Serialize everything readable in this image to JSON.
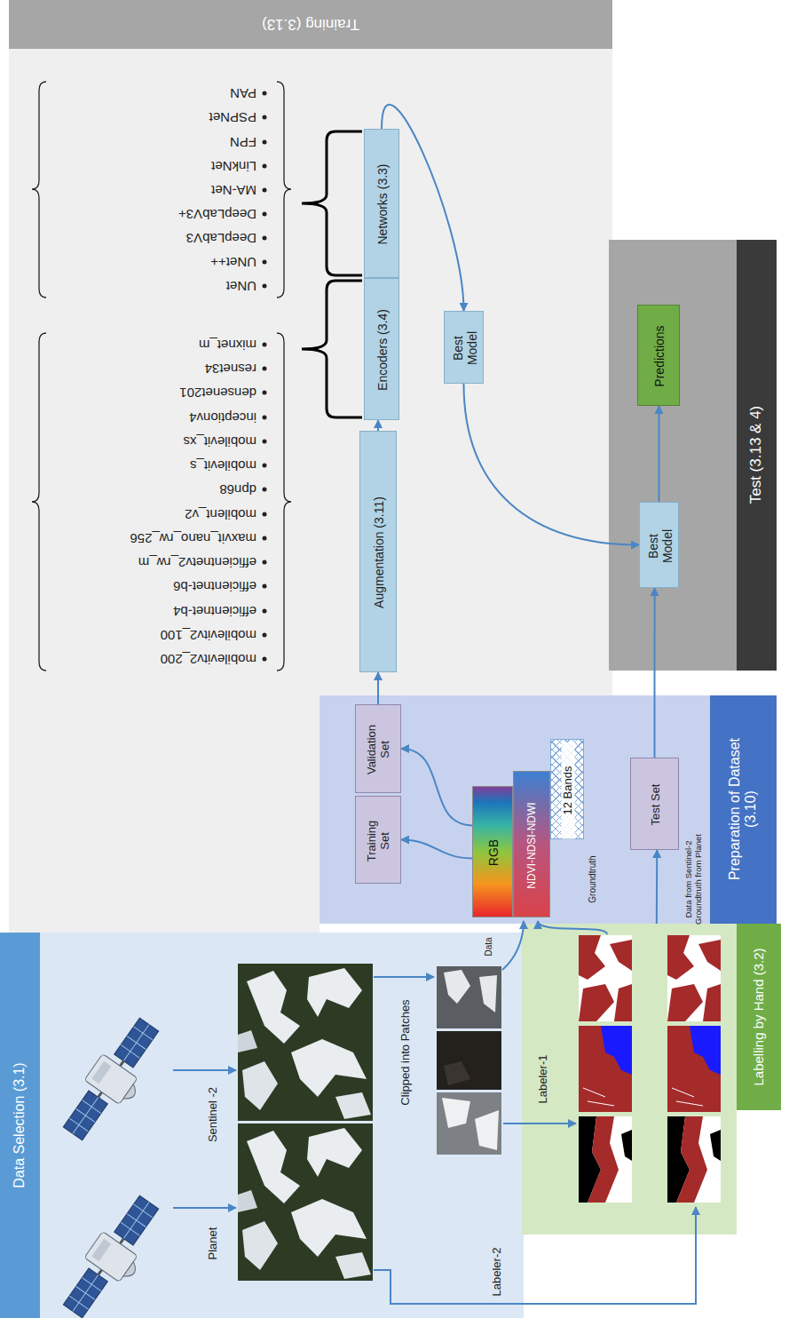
{
  "diagram": {
    "nodes": [
      {
        "text": [
          "Data Selection (3.1)"
        ]
      },
      {
        "text": [
          "Sentinel -2"
        ],
        "in": 0
      },
      {
        "text": [
          "Planet"
        ],
        "in": 0
      },
      {
        "text": [
          "Labelling by Hand (3.2)"
        ]
      },
      {
        "text": [
          "Preparation of Dataset (3.10)"
        ]
      },
      {
        "text": [
          "Training Set"
        ],
        "in": 4
      },
      {
        "text": [
          "Validation Set"
        ],
        "in": 4
      },
      {
        "text": [
          "RGB"
        ],
        "in": 4
      },
      {
        "text": [
          "NDVI-NDSI-NDWI"
        ],
        "in": 4
      },
      {
        "text": [
          "12 Bands"
        ],
        "in": 4
      },
      {
        "text": [
          "Test Set"
        ],
        "in": 4
      },
      {
        "text": [
          "Training (3.13)"
        ]
      },
      {
        "text": [
          "Augmentation (3.11)"
        ],
        "in": 11
      },
      {
        "text": [
          "Encoders (3.4)"
        ],
        "in": 11
      },
      {
        "text": [
          "Networks (3.3)"
        ],
        "in": 11
      },
      {
        "text": [
          "Best Model"
        ],
        "in": 11
      },
      {
        "text": [
          "Test (3.13 & 4)"
        ]
      },
      {
        "text": [
          "Best Model"
        ],
        "in": 16
      },
      {
        "text": [
          "Predictions"
        ],
        "in": 16
      }
    ],
    "edges": [
      {
        "from": 7,
        "to": 5,
        "arrow": "to"
      },
      {
        "from": 7,
        "to": 6,
        "arrow": "to"
      },
      {
        "from": 6,
        "to": 12,
        "arrow": "to"
      },
      {
        "from": 12,
        "to": 13,
        "arrow": "to"
      },
      {
        "from": 14,
        "to": 15,
        "arrow": "to"
      },
      {
        "from": 15,
        "to": 17,
        "arrow": "to"
      },
      {
        "from": 10,
        "to": 17,
        "arrow": "to"
      },
      {
        "from": 17,
        "to": 18,
        "arrow": "to"
      },
      {
        "from": 3,
        "to": 10,
        "label": "Data from Sentinel-2 Groundtruth from Planet",
        "arrow": "to"
      }
    ],
    "labels": [
      "Clipped into Patches",
      "Labeler-1",
      "Labeler-2",
      "Data",
      "Groundtruth",
      "mobilevitv2_200",
      "mobilevitv2_100",
      "efficientnet-b4",
      "efficientnet-b6",
      "efficientnetv2_rw_m",
      "maxvit_nano_rw_256",
      "mobilent_v2",
      "dpn68",
      "mobilevit_s",
      "mobilevit_xs",
      "inceptionv4",
      "densenet201",
      "resnet34",
      "mixnet_m",
      "UNet",
      "UNet++",
      "DeepLabV3",
      "DeepLabV3+",
      "MA-Net",
      "LinkNet",
      "FPN",
      "PSPNet",
      "PAN"
    ]
  }
}
